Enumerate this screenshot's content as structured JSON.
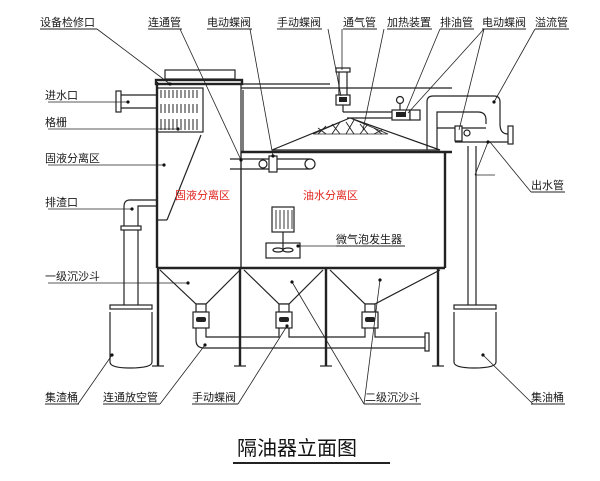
{
  "title": "隔油器立面图",
  "zones": {
    "solid_liquid": "固液分离区",
    "oil_water": "油水分离区"
  },
  "labels": {
    "top": [
      {
        "id": "maintenance-port",
        "text": "设备检修口"
      },
      {
        "id": "connecting-pipe",
        "text": "连通管"
      },
      {
        "id": "electric-butterfly-valve-1",
        "text": "电动蝶阀"
      },
      {
        "id": "manual-butterfly-valve-top",
        "text": "手动蝶阀"
      },
      {
        "id": "vent-pipe",
        "text": "通气管"
      },
      {
        "id": "heating-device",
        "text": "加热装置"
      },
      {
        "id": "oil-drain-pipe",
        "text": "排油管"
      },
      {
        "id": "electric-butterfly-valve-2",
        "text": "电动蝶阀"
      },
      {
        "id": "overflow-pipe",
        "text": "溢流管"
      }
    ],
    "left": [
      {
        "id": "water-inlet",
        "text": "进水口"
      },
      {
        "id": "grille",
        "text": "格栅"
      },
      {
        "id": "solid-liquid-zone",
        "text": "固液分离区"
      },
      {
        "id": "slag-outlet",
        "text": "排渣口"
      },
      {
        "id": "primary-sand-hopper",
        "text": "一级沉沙斗"
      }
    ],
    "right": [
      {
        "id": "water-outlet-pipe",
        "text": "出水管"
      }
    ],
    "inner": [
      {
        "id": "micro-bubble-generator",
        "text": "微气泡发生器"
      }
    ],
    "bottom": [
      {
        "id": "slag-bucket",
        "text": "集渣桶"
      },
      {
        "id": "drain-pipe",
        "text": "连通放空管"
      },
      {
        "id": "manual-butterfly-valve-bottom",
        "text": "手动蝶阀"
      },
      {
        "id": "secondary-sand-hopper",
        "text": "二级沉沙斗"
      },
      {
        "id": "oil-bucket",
        "text": "集油桶"
      }
    ]
  },
  "colors": {
    "line": "#222222",
    "zone_text": "#e0261f"
  }
}
